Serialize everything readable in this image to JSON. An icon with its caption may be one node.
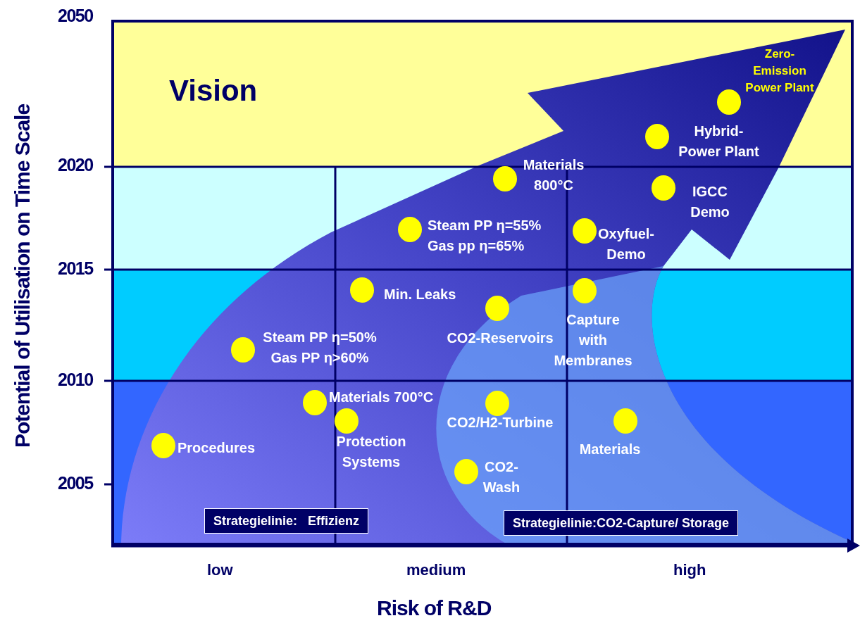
{
  "diagram": {
    "nodes": [
      {
        "text": [],
        "shape": "circle",
        "beside": [
          "Zero- Emission Power Plant"
        ]
      },
      {
        "text": [],
        "shape": "circle",
        "beside": [
          "Hybrid- Power Plant"
        ]
      },
      {
        "text": [],
        "shape": "circle",
        "beside": [
          "Materials 800°C"
        ]
      },
      {
        "text": [],
        "shape": "circle",
        "beside": [
          "IGCC Demo"
        ]
      },
      {
        "text": [],
        "shape": "circle",
        "beside": [
          "Steam PP η=55% Gas pp η=65%"
        ]
      },
      {
        "text": [],
        "shape": "circle",
        "beside": [
          "Oxyfuel- Demo"
        ]
      },
      {
        "text": [],
        "shape": "circle",
        "beside": [
          "Min. Leaks"
        ]
      },
      {
        "text": [],
        "shape": "circle",
        "beside": [
          "Capture with Membranes"
        ]
      },
      {
        "text": [],
        "shape": "circle",
        "beside": [
          "CO2-Reservoirs"
        ]
      },
      {
        "text": [],
        "shape": "circle",
        "beside": [
          "Steam PP η=50% Gas PP η>60%"
        ]
      },
      {
        "text": [],
        "shape": "circle",
        "beside": [
          "Materials 700°C"
        ]
      },
      {
        "text": [],
        "shape": "circle",
        "beside": [
          "CO2/H2-Turbine"
        ]
      },
      {
        "text": [],
        "shape": "circle",
        "beside": [
          "Protection Systems"
        ]
      },
      {
        "text": [],
        "shape": "circle",
        "beside": [
          "Materials"
        ]
      },
      {
        "text": [],
        "shape": "circle",
        "beside": [
          "Procedures"
        ]
      },
      {
        "text": [],
        "shape": "circle",
        "beside": [
          "CO2- Wash"
        ]
      },
      {
        "text": [
          "Strategielinie:   Effizienz"
        ]
      },
      {
        "text": [
          "Strategielinie:CO2-Capture/ Storage"
        ]
      }
    ],
    "labels": [
      "2050",
      "Vision",
      "2020",
      "2015",
      "2010",
      "2005",
      "Potential of Utilisation on Time Scale",
      "low",
      "medium",
      "high",
      "Risk of R&D"
    ]
  }
}
